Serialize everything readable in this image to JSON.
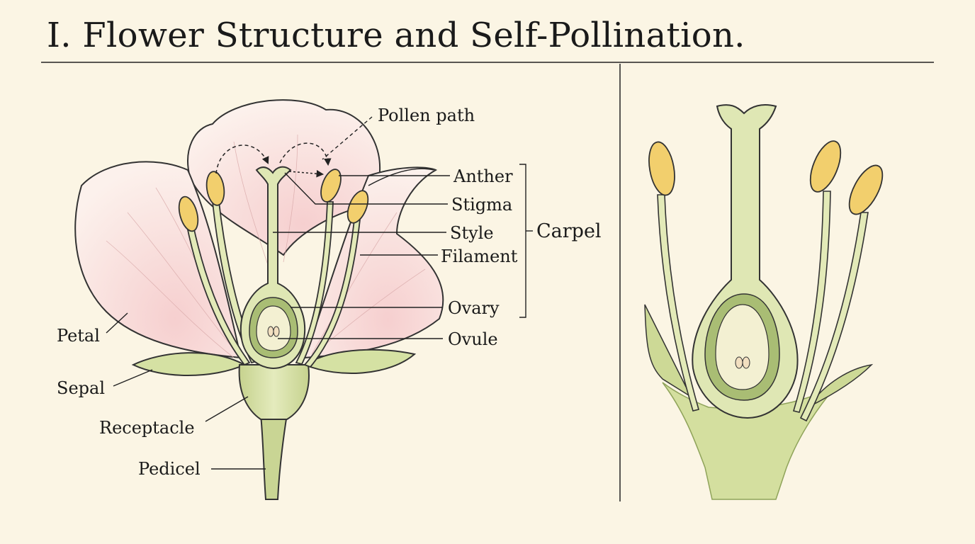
{
  "title": "I. Flower Structure and Self-Pollination.",
  "labels": {
    "pollen_path": "Pollen path",
    "anther": "Anther",
    "stigma": "Stigma",
    "style": "Style",
    "filament": "Filament",
    "ovary": "Ovary",
    "ovule": "Ovule",
    "carpel": "Carpel",
    "petal": "Petal",
    "sepal": "Sepal",
    "receptacle": "Receptacle",
    "pedicel": "Pedicel"
  },
  "colors": {
    "background": "#fbf5e4",
    "petal_fill": "#fbe8e6",
    "green_light": "#dfe7b4",
    "green_mid": "#b9c98a",
    "green_dark": "#9aae66",
    "anther_yellow": "#f1cf6c",
    "line": "#222222"
  }
}
